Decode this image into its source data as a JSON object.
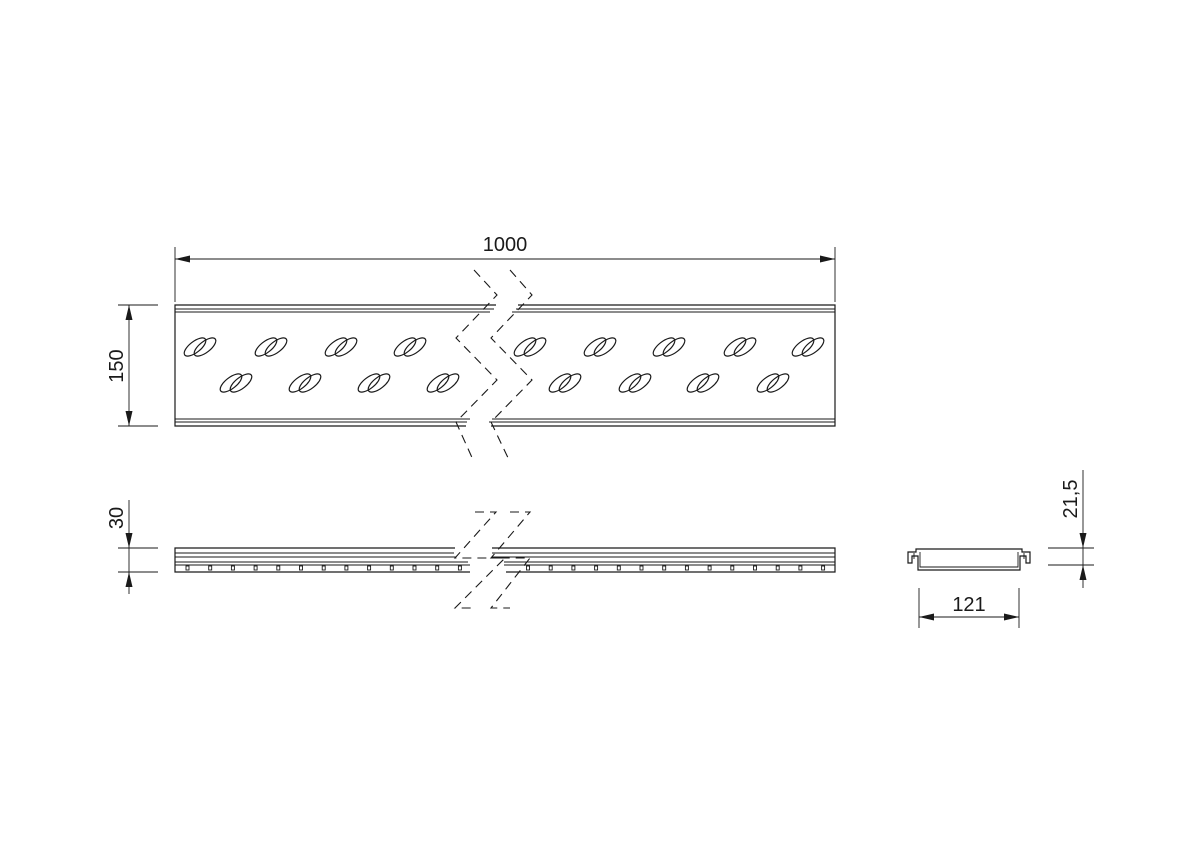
{
  "dimensions": {
    "length": "1000",
    "width": "150",
    "height": "30",
    "section_width": "121",
    "section_height": "21,5"
  }
}
